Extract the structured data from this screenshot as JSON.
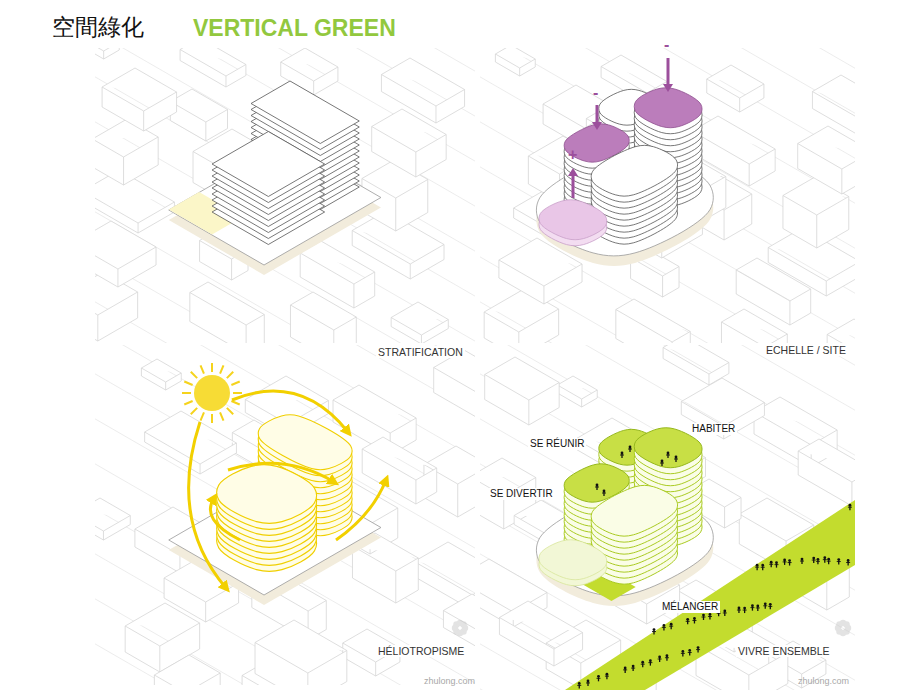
{
  "diagram": {
    "title": "空間綠化",
    "labels": [
      "VERTICAL GREEN",
      "STRATIFICATION",
      "ECHELLE / SITE",
      "HÉLIOTROPISME",
      "VIVRE ENSEMBLE",
      "HABITER",
      "SE RÉUNIR",
      "SE DIVERTIR",
      "MÉLANGER",
      "-",
      "-",
      "+",
      "zhulong.com",
      "zhulong.com"
    ]
  }
}
